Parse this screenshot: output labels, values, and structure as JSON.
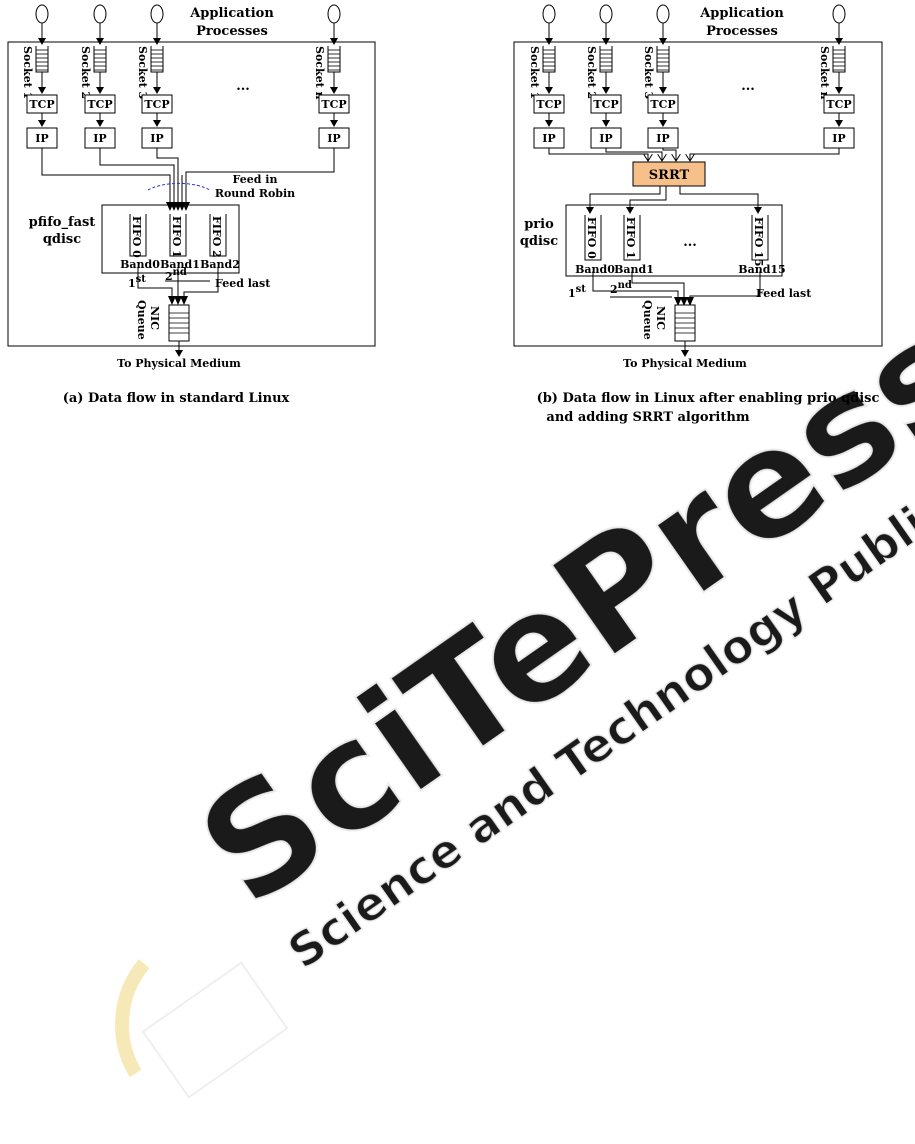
{
  "panel_a": {
    "header_line1": "Application",
    "header_line2": "Processes",
    "sockets": [
      "Socket 1",
      "Socket 2",
      "Socket 3",
      "Socket n"
    ],
    "tcp": "TCP",
    "ip": "IP",
    "ellipsis": "...",
    "feed_line1": "Feed in",
    "feed_line2": "Round Robin",
    "qdisc_line1": "pfifo_fast",
    "qdisc_line2": "qdisc",
    "fifos": [
      "FIFO 0",
      "FIFO 1",
      "FIFO 2"
    ],
    "bands": [
      "Band0",
      "Band1",
      "Band2"
    ],
    "first": "1",
    "first_sup": "st",
    "second": "2",
    "second_sup": "nd",
    "feed_last": "Feed last",
    "nic_line1": "NIC",
    "nic_line2": "Queue",
    "medium": "To Physical Medium",
    "caption": "(a) Data flow in standard Linux"
  },
  "panel_b": {
    "header_line1": "Application",
    "header_line2": "Processes",
    "sockets": [
      "Socket 1",
      "Socket 2",
      "Socket 3",
      "Socket n"
    ],
    "tcp": "TCP",
    "ip": "IP",
    "ellipsis": "...",
    "srrt": "SRRT",
    "qdisc_line1": "prio",
    "qdisc_line2": "qdisc",
    "fifos": [
      "FIFO 0",
      "FIFO 1",
      "FIFO 15"
    ],
    "bands": [
      "Band0",
      "Band1",
      "Band15"
    ],
    "fifo_ellipsis": "...",
    "first": "1",
    "first_sup": "st",
    "second": "2",
    "second_sup": "nd",
    "feed_last": "Feed last",
    "nic_line1": "NIC",
    "nic_line2": "Queue",
    "medium": "To Physical Medium",
    "caption_line1": "(b) Data flow in Linux after enabling prio qdisc",
    "caption_line2": "and adding SRRT algorithm"
  },
  "watermark": {
    "main": "SciTePress",
    "sub": "Science and Technology Publications"
  },
  "colors": {
    "srrt_fill": "#f7c08a",
    "arc": "#3333cc",
    "watermark": "#e6e6e6"
  }
}
